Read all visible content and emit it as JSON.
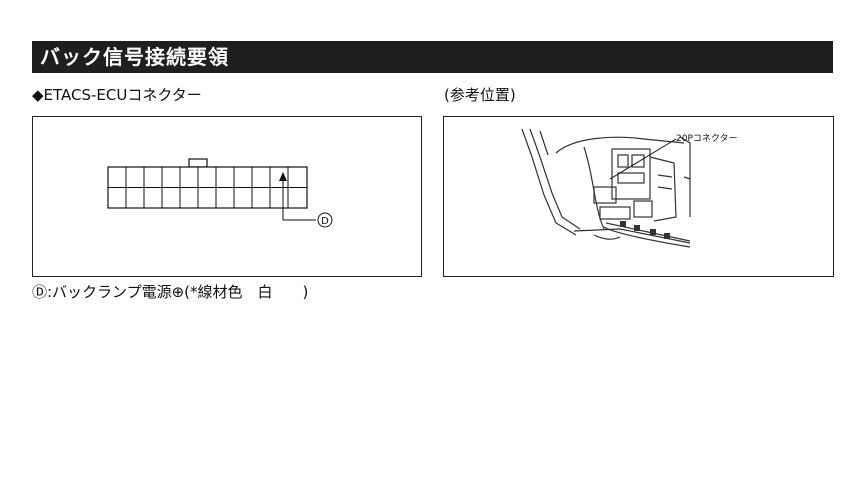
{
  "title": "バック信号接続要領",
  "connector_heading": "◆ETACS-ECUコネクター",
  "location_heading": "(参考位置)",
  "connector_diagram": {
    "pin_marker": "D",
    "rows": 2,
    "cols": 11
  },
  "photo": {
    "callout": "20Pコネクター"
  },
  "note": "Ⓓ:バックランプ電源⊕(*線材色　白　　)"
}
